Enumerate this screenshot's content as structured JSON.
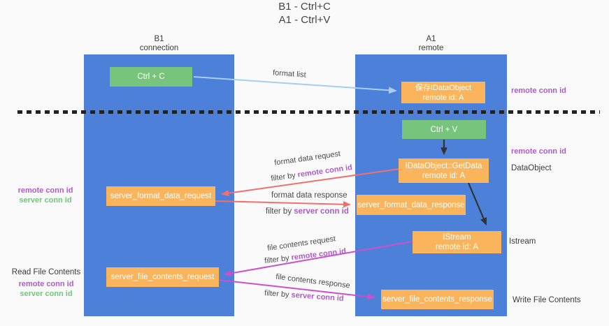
{
  "title": {
    "line1": "B1 - Ctrl+C",
    "line2": "A1 - Ctrl+V"
  },
  "lanes": {
    "left": {
      "name": "B1",
      "role": "connection"
    },
    "right": {
      "name": "A1",
      "role": "remote"
    }
  },
  "nodes": {
    "ctrl_c": {
      "label": "Ctrl + C"
    },
    "save_idataobject": {
      "line1": "保存IDataObject",
      "line2": "remote id: A"
    },
    "ctrl_v": {
      "label": "Ctrl + V"
    },
    "getdata": {
      "line1": "IDataObject::GetData",
      "line2": "remote id: A"
    },
    "format_request": {
      "label": "server_format_data_request"
    },
    "format_response": {
      "label": "server_format_data_response"
    },
    "istream": {
      "line1": "IStream",
      "line2": "remote id: A"
    },
    "file_request": {
      "label": "server_file_contents_request"
    },
    "file_response": {
      "label": "server_file_contents_response"
    }
  },
  "arrow_labels": {
    "format_list": "format list",
    "format_data_request": "format data request",
    "format_data_request_filter": "filter by ",
    "format_data_request_key": "remote conn id",
    "format_data_response": "format data response",
    "format_data_response_filter": "filter by ",
    "format_data_response_key": "server conn id",
    "file_contents_request": "file contents request",
    "file_contents_request_filter": "filter by ",
    "file_contents_request_key": "remote conn id",
    "file_contents_response": "file contents response",
    "file_contents_response_filter": "filter by ",
    "file_contents_response_key": "server conn id"
  },
  "side_labels": {
    "remote_conn_id_top": "remote conn id",
    "remote_conn_id_mid": "remote conn id",
    "dataobject": "DataObject",
    "istream": "Istream",
    "write_file_contents": "Write File Contents",
    "left_mid_remote_conn_id": "remote conn id",
    "left_mid_server_conn_id": "server conn id",
    "read_file_contents": "Read File Contents",
    "left_bottom_remote_conn_id": "remote conn id",
    "left_bottom_server_conn_id": "server conn id"
  },
  "colors": {
    "lane_blue": "#4d80d8",
    "node_orange": "#fab55c",
    "node_green": "#77c47d",
    "purple_text": "#ae5bcb",
    "green_text": "#6ec878",
    "arrow_salmon": "#f07070",
    "arrow_magenta": "#cc4fcc",
    "arrow_light_blue": "#a5ceef",
    "arrow_black": "#333333",
    "background": "#fafafa"
  }
}
